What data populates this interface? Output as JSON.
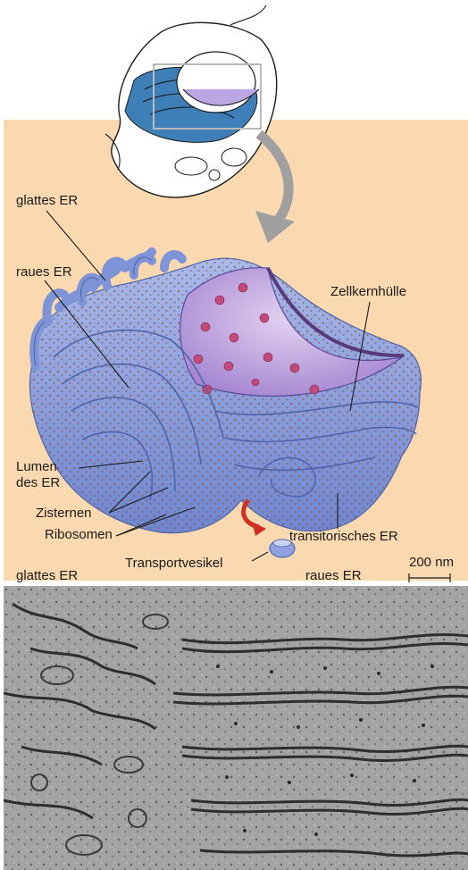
{
  "labels": {
    "smooth_er_top": "glattes ER",
    "rough_er_top": "raues ER",
    "nuclear_envelope": "Zellkernhülle",
    "lumen_line1": "Lumen",
    "lumen_line2": "des ER",
    "cisternae": "Zisternen",
    "ribosomes": "Ribosomen",
    "transitional_er": "transitorisches ER",
    "transport_vesicle": "Transportvesikel",
    "scale_bar": "200 nm",
    "smooth_er_em": "glattes ER",
    "rough_er_em": "raues ER"
  }
}
